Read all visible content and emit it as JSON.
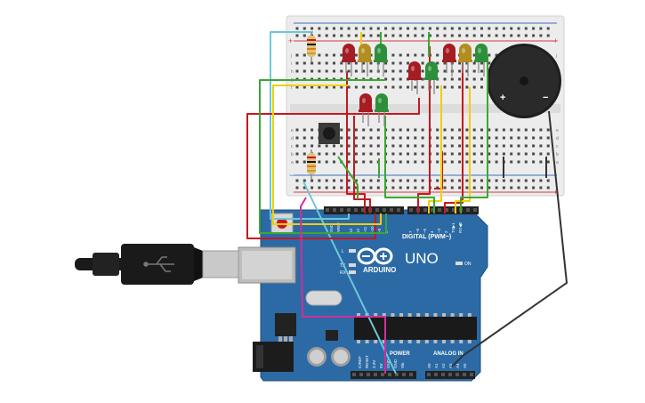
{
  "arduino": {
    "model": "UNO",
    "brand": "ARDUINO",
    "digital_header": "DIGITAL (PWM~)",
    "on_label": "ON",
    "power_header": "POWER",
    "analog_header": "ANALOG IN",
    "tx": "TX",
    "rx": "RX",
    "l": "L",
    "aref": "AREF",
    "gnd": "GND",
    "pins_digital": [
      "13",
      "12",
      "~11",
      "~10",
      "~9",
      "8",
      "7",
      "~6",
      "~5",
      "4",
      "~3",
      "2",
      "TX▶1",
      "RX◀0"
    ],
    "pins_power": [
      "IOREF",
      "RESET",
      "3.3V",
      "5V",
      "GND",
      "GND",
      "Vin"
    ],
    "pins_analog": [
      "A0",
      "A1",
      "A2",
      "A3",
      "A4",
      "A5"
    ]
  },
  "buzzer": {
    "plus": "+",
    "minus": "−"
  },
  "breadboard": {
    "rail_plus": "+",
    "rail_minus": "−",
    "row_letters_top": [
      "j",
      "i",
      "h",
      "g",
      "f"
    ],
    "row_letters_bottom": [
      "e",
      "d",
      "c",
      "b",
      "a"
    ]
  },
  "colors": {
    "board": "#2b6aa5",
    "breadboard": "#ececec",
    "wire_red": "#c8171e",
    "wire_yellow": "#f2cf00",
    "wire_green": "#3aa832",
    "wire_cyan": "#6cc8d6",
    "wire_magenta": "#d12e9b",
    "wire_black": "#333333",
    "led_red": "#a51c23",
    "led_yellow": "#b38d1f",
    "led_green": "#2e8f3a"
  }
}
